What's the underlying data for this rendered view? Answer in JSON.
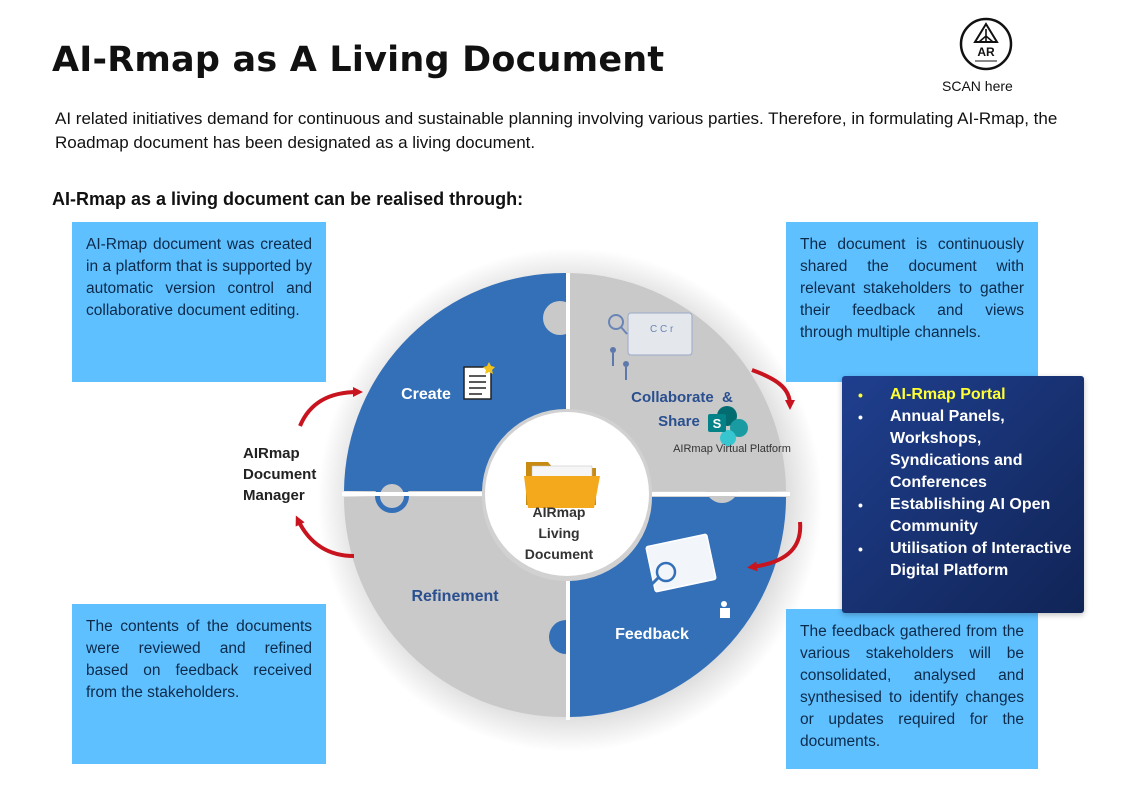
{
  "page": {
    "title": "AI-Rmap as A Living Document",
    "scan_label": "SCAN here",
    "logo_text": "AR",
    "intro": "AI related initiatives demand for continuous and sustainable planning involving various parties. Therefore, in formulating AI-Rmap, the Roadmap document has been designated as a living document.",
    "subheading": "AI-Rmap as a living document can be realised through:"
  },
  "notes": {
    "create": "AI-Rmap document was created in a platform that is supported by automatic version control and collaborative document editing.",
    "collaborate": "The document is continuously shared the document with relevant stakeholders to gather their feedback and views through multiple channels.",
    "refinement": "The contents of the documents were reviewed and refined based on feedback received from the stakeholders.",
    "feedback": "The feedback gathered from the various stakeholders will be consolidated, analysed and synthesised to identify changes or updates required for the documents."
  },
  "cycle": {
    "create": "Create",
    "collaborate_line1": "Collaborate  &",
    "collaborate_line2": "Share",
    "platform": "AIRmap Virtual Platform",
    "feedback": "Feedback",
    "refinement": "Refinement",
    "center_line1": "AIRmap",
    "center_line2": "Living",
    "center_line3": "Document"
  },
  "manager": {
    "line1": "AIRmap",
    "line2": "Document",
    "line3": "Manager"
  },
  "channels": [
    "AI-Rmap Portal",
    "Annual Panels, Workshops, Syndications and Conferences",
    "Establishing AI Open Community",
    "Utilisation of Interactive Digital Platform"
  ],
  "colors": {
    "blue_piece": "#3470b8",
    "grey_piece": "#c9c9c9",
    "note_bg": "#5ec0ff",
    "arrow": "#c8141e",
    "channel_bg": "#1a3577",
    "highlight": "#ffff33"
  },
  "icons": {
    "create": "document-icon",
    "collaborate": "sharepoint-icon",
    "center": "folder-icon",
    "feedback": "browser-search-icon"
  }
}
